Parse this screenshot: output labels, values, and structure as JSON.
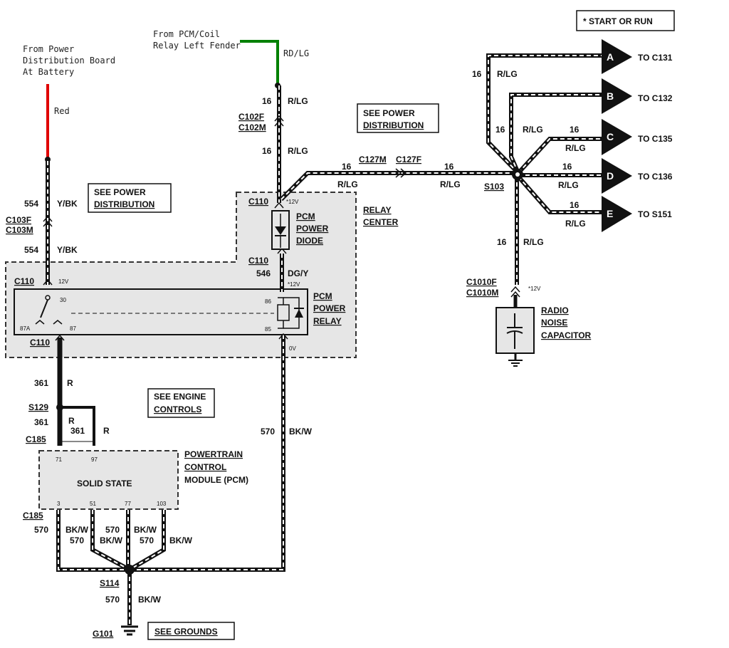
{
  "notes": {
    "battery": [
      "From Power",
      "Distribution Board",
      "At Battery"
    ],
    "battery_color": "Red",
    "pcm_coil": [
      "From PCM/Coil",
      "Relay Left Fender"
    ],
    "pcm_coil_color": "RD/LG"
  },
  "legend": {
    "start_or_run": "* START OR RUN"
  },
  "refs": {
    "power_dist_1": [
      "SEE POWER",
      "DISTRIBUTION"
    ],
    "power_dist_2": [
      "SEE POWER",
      "DISTRIBUTION"
    ],
    "engine_controls": [
      "SEE ENGINE",
      "CONTROLS"
    ],
    "grounds": "SEE GROUNDS"
  },
  "components": {
    "relay_center": [
      "RELAY",
      "CENTER"
    ],
    "pcm_power_diode": [
      "PCM",
      "POWER",
      "DIODE"
    ],
    "pcm_power_relay": [
      "PCM",
      "POWER",
      "RELAY"
    ],
    "pcm_module": [
      "POWERTRAIN",
      "CONTROL",
      "MODULE (PCM)"
    ],
    "solid_state": "SOLID STATE",
    "radio_noise_capacitor": [
      "RADIO",
      "NOISE",
      "CAPACITOR"
    ]
  },
  "connectors": {
    "c103f": "C103F",
    "c103m": "C103M",
    "c102f": "C102F",
    "c102m": "C102M",
    "c110_top": "C110",
    "c110_diode": "C110",
    "c110_relay": "C110",
    "c110_bottom": "C110",
    "c127m": "C127M",
    "c127f": "C127F",
    "c1010f": "C1010F",
    "c1010m": "C1010M",
    "c185_top": "C185",
    "c185_bottom": "C185",
    "s103": "S103",
    "s129": "S129",
    "s114": "S114",
    "g101": "G101"
  },
  "wires": {
    "w554": "554",
    "ybk": "Y/BK",
    "w16": "16",
    "rlg": "R/LG",
    "w546": "546",
    "dgy": "DG/Y",
    "w361": "361",
    "r": "R",
    "w570": "570",
    "bkw": "BK/W"
  },
  "pins": {
    "p12v_relay": "12V",
    "p12v_diode": "*12V",
    "p12v_relay2": "*12V",
    "p12v_cap": "*12V",
    "p30": "30",
    "p87a": "87A",
    "p87": "87",
    "p86": "86",
    "p85": "85",
    "p0v": "0V",
    "p71": "71",
    "p97": "97",
    "p3": "3",
    "p51": "51",
    "p77": "77",
    "p103": "103"
  },
  "outputs": [
    {
      "letter": "A",
      "dest": "TO C131"
    },
    {
      "letter": "B",
      "dest": "TO C132"
    },
    {
      "letter": "C",
      "dest": "TO C135"
    },
    {
      "letter": "D",
      "dest": "TO C136"
    },
    {
      "letter": "E",
      "dest": "TO S151"
    }
  ],
  "colors": {
    "red_wire": "#e00000",
    "green_wire": "#008000",
    "box_fill": "#e6e6e6"
  }
}
